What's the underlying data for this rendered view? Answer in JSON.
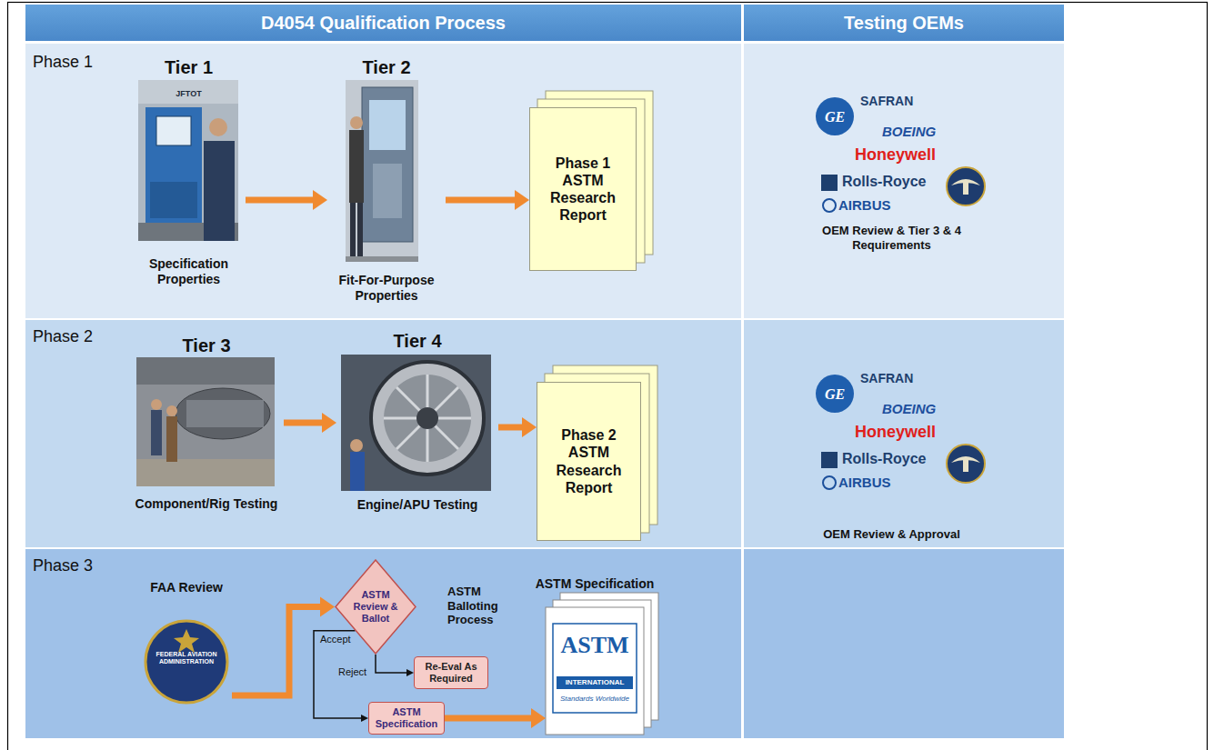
{
  "diagram": {
    "nodes": [
      {
        "text": [
          "D4054 Qualification Process"
        ]
      },
      {
        "text": [
          "Testing OEMs"
        ]
      },
      {
        "text": [
          "Phase 1"
        ]
      },
      {
        "text": [
          "Tier 1",
          "JFTOT",
          "Specification Properties"
        ],
        "in": 2
      },
      {
        "text": [
          "Tier 2",
          "Fit-For-Purpose Properties"
        ],
        "in": 2
      },
      {
        "text": [
          "Phase 1 ASTM Research Report"
        ],
        "in": 2
      },
      {
        "text": [
          "Phase 2"
        ]
      },
      {
        "text": [
          "Tier 3",
          "Component/Rig Testing"
        ],
        "in": 6
      },
      {
        "text": [
          "Tier 4",
          "Engine/APU Testing"
        ],
        "in": 6
      },
      {
        "text": [
          "Phase 2 ASTM Research Report"
        ],
        "in": 6
      },
      {
        "text": [
          "Phase 3"
        ]
      },
      {
        "text": [
          "FAA Review",
          "FEDERAL AVIATION ADMINISTRATION"
        ],
        "in": 10
      },
      {
        "text": [
          "ASTM Review & Ballot"
        ],
        "in": 10
      },
      {
        "text": [
          "Re-Eval As Required"
        ],
        "in": 10
      },
      {
        "text": [
          "ASTM Specification"
        ],
        "in": 10
      },
      {
        "text": [
          "ASTM Specification",
          "ASTM",
          "INTERNATIONAL",
          "Standards Worldwide"
        ],
        "in": 10
      }
    ],
    "edges": [
      {
        "from": 3,
        "to": 4,
        "arrow": "to"
      },
      {
        "from": 4,
        "to": 5,
        "arrow": "to"
      },
      {
        "from": 7,
        "to": 8,
        "arrow": "to"
      },
      {
        "from": 8,
        "to": 9,
        "arrow": "to"
      },
      {
        "from": 11,
        "to": 12,
        "arrow": "to"
      },
      {
        "from": 12,
        "to": 14,
        "label": "Accept",
        "arrow": "to"
      },
      {
        "from": 12,
        "to": 13,
        "label": "Reject",
        "arrow": "to"
      },
      {
        "from": 14,
        "to": 15,
        "arrow": "to"
      }
    ],
    "labels": [
      "GE",
      "SAFRAN",
      "BOEING",
      "Honeywell",
      "Rolls-Royce",
      "AIRBUS",
      "OEM Review & Tier 3 & 4 Requirements",
      "GE",
      "SAFRAN",
      "BOEING",
      "Honeywell",
      "Rolls-Royce",
      "AIRBUS",
      "OEM Review & Approval",
      "ASTM Balloting Process"
    ]
  }
}
